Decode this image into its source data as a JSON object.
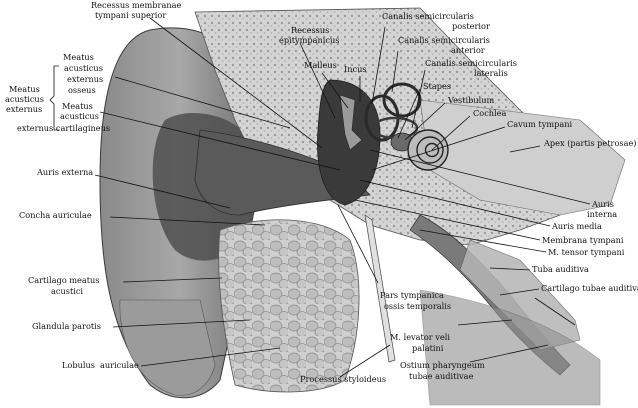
{
  "labels": {
    "recessus_membranae_1": "Recessus membranae",
    "recessus_membranae_2": "tympani superior",
    "recessus_epi_1": "Recessus",
    "recessus_epi_2": "epitympanicus",
    "canalis_post_1": "Canalis semicircularis",
    "canalis_post_2": "posterior",
    "canalis_ant_1": "Canalis semicircularis",
    "canalis_ant_2": "anterior",
    "canalis_lat_1": "Canalis semicircularis",
    "canalis_lat_2": "lateralis",
    "meatus_osseus_1": "Meatus",
    "meatus_osseus_2": "acusticus",
    "meatus_osseus_3": "externus",
    "meatus_osseus_4": "osseus",
    "meatus_ext_1": "Meatus",
    "meatus_ext_2": "acusticus",
    "meatus_ext_3": "externus",
    "meatus_cart_1": "Meatus",
    "meatus_cart_2": "acusticus",
    "meatus_cart_3": "externus cartilagineus",
    "malleus": "Malleus",
    "incus": "Incus",
    "stapes": "Stapes",
    "vestibulum": "Vestibulum",
    "cochlea": "Cochlea",
    "cavum_tympani": "Cavum tympani",
    "apex": "Apex (partis petrosae)",
    "auris_externa": "Auris externa",
    "concha": "Concha auriculae",
    "auris_interna_1": "Auris",
    "auris_interna_2": "interna",
    "auris_media": "Auris media",
    "membrana_tympani": "Membrana tympani",
    "tensor_tympani": "M. tensor tympani",
    "tuba_auditiva": "Tuba auditiva",
    "cartilago_tubae": "Cartilago tubae auditivae",
    "cartilago_meatus_1": "Cartilago meatus",
    "cartilago_meatus_2": "acustici",
    "pars_tympanica_1": "Pars tympanica",
    "pars_tympanica_2": "ossis temporalis",
    "glandula_parotis": "Glandula parotis",
    "levator_1": "M. levator veli",
    "levator_2": "palatini",
    "lobulus": "Lobulus",
    "auriculae": "auriculae",
    "ostium_1": "Ostium pharyngeum",
    "ostium_2": "tubae auditivae",
    "processus_styloideus": "Processus styloideus"
  }
}
